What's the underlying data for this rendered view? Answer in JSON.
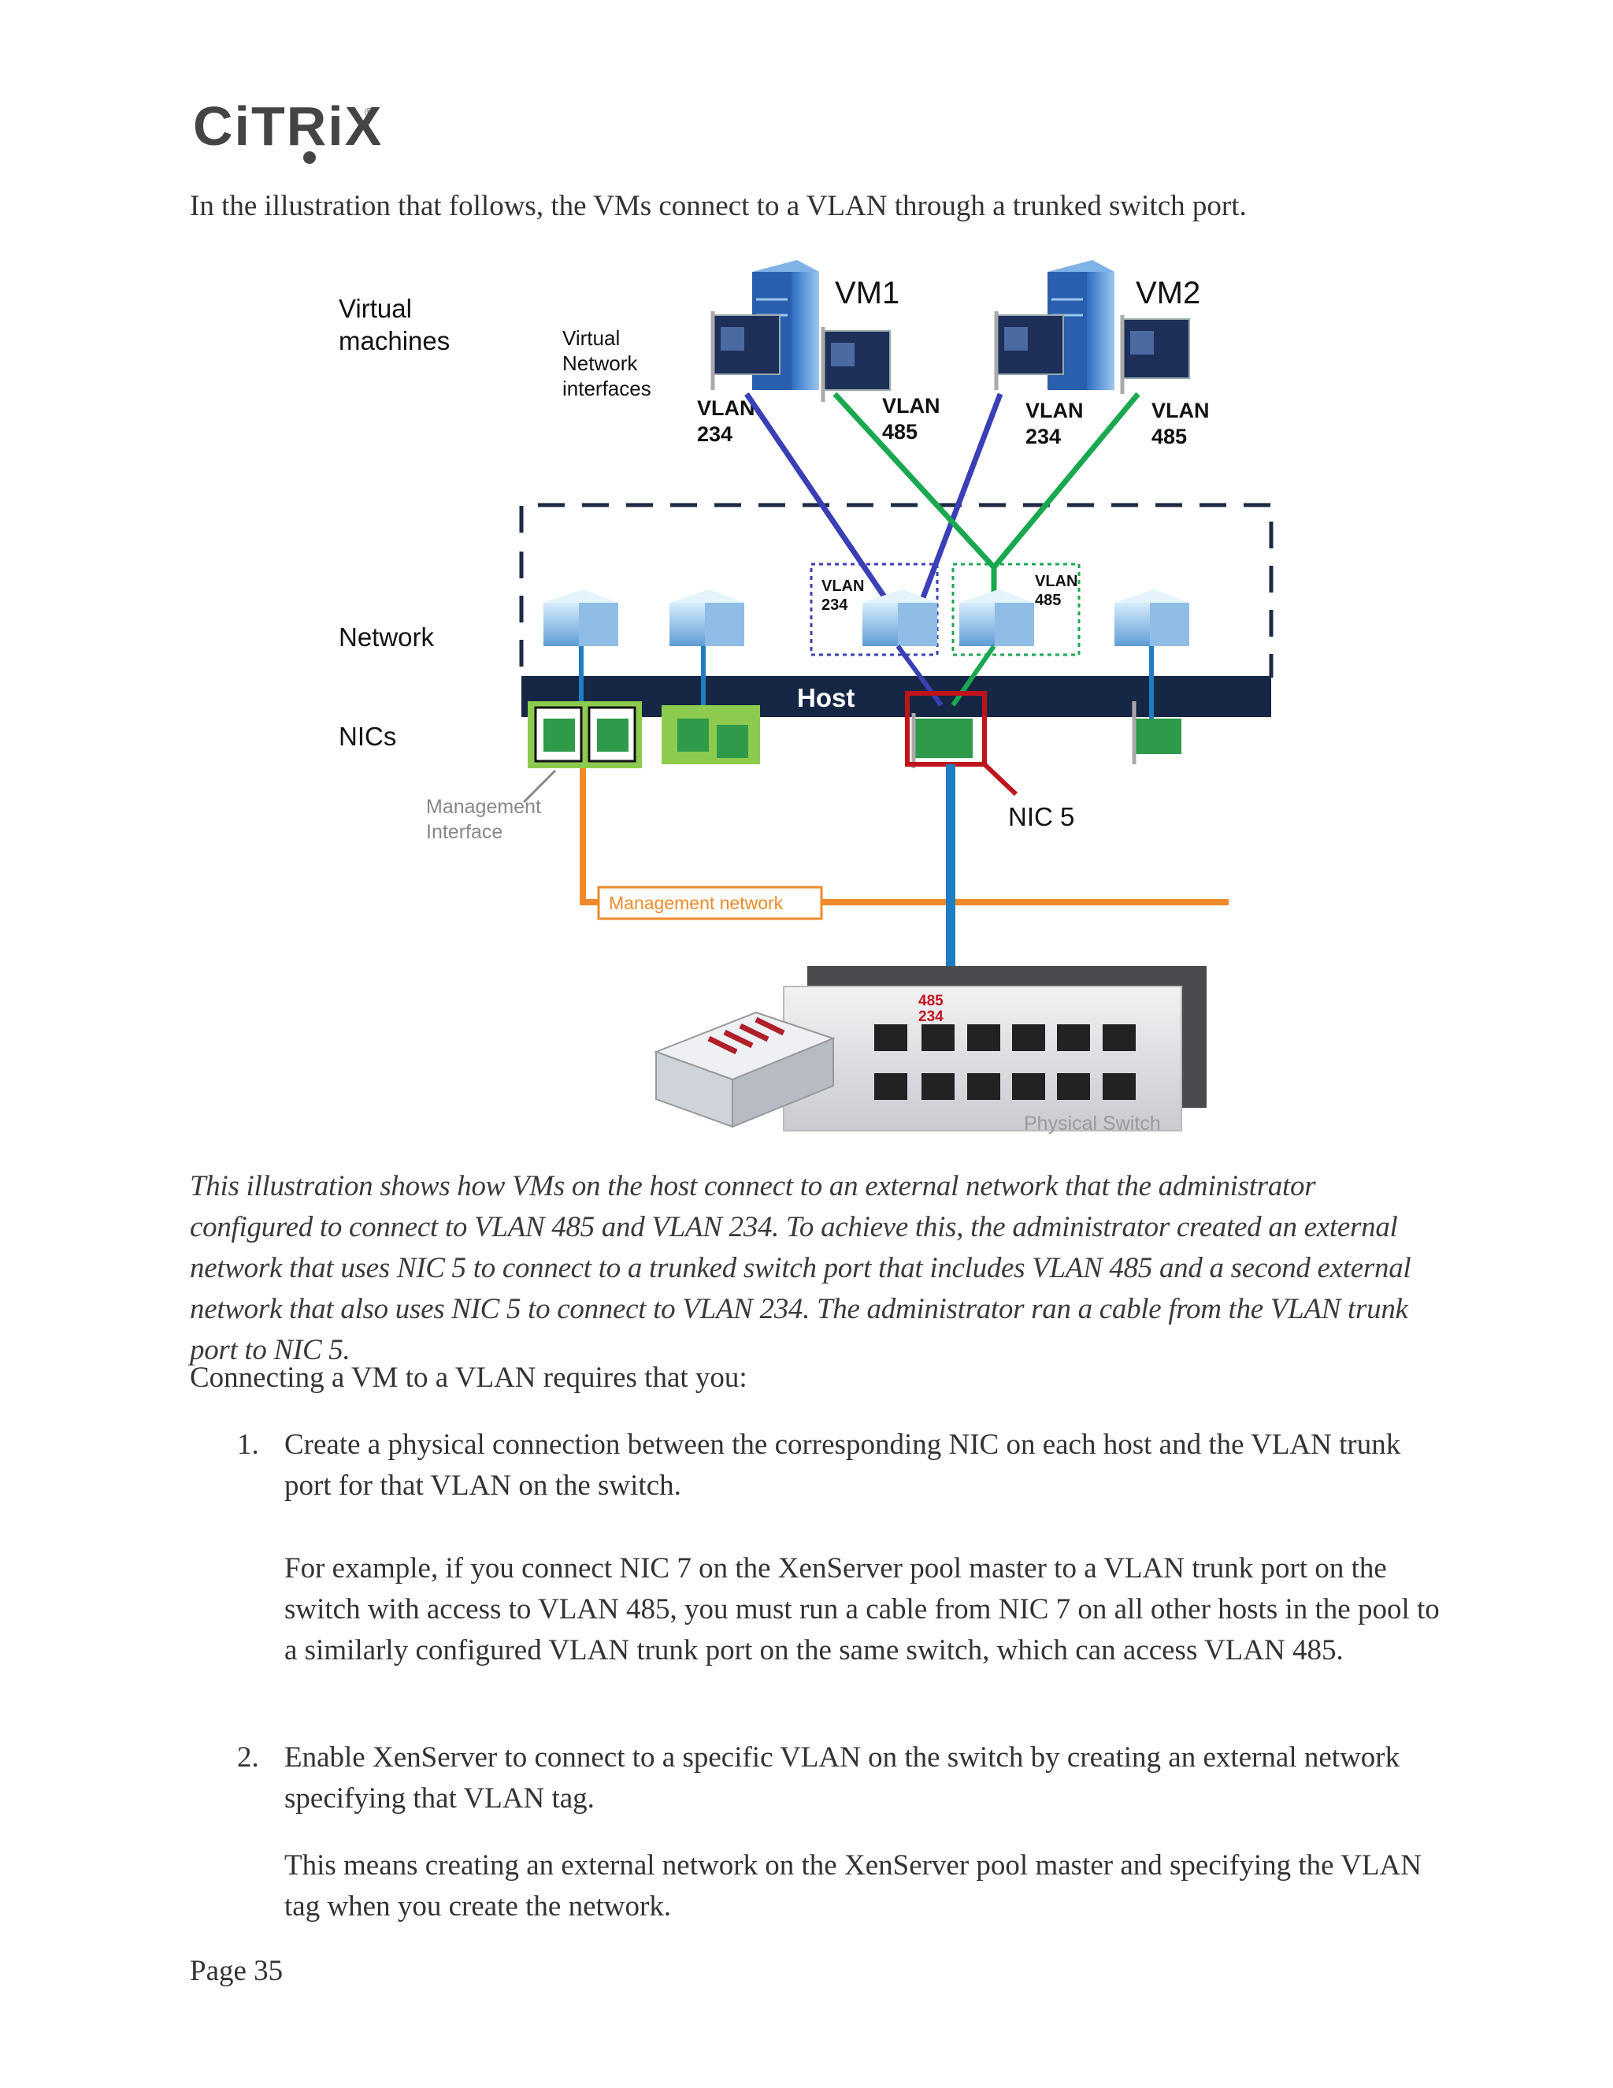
{
  "header": {
    "logo_text": "CiTRiX",
    "logo_mark": "®"
  },
  "intro_text": "In the illustration that follows, the VMs connect to a VLAN through a trunked switch port.",
  "diagram": {
    "row_labels": {
      "virtual_line1": "Virtual",
      "virtual_line2": "machines",
      "network": "Network",
      "nics": "NICs"
    },
    "vni_label": {
      "line1": "Virtual",
      "line2": "Network",
      "line3": "interfaces"
    },
    "vm1": "VM1",
    "vm2": "VM2",
    "vlan_word": "VLAN",
    "vlan234": "234",
    "vlan485": "485",
    "host_label": "Host",
    "mgmt_interface": {
      "line1": "Management",
      "line2": "Interface"
    },
    "nic5": "NIC 5",
    "mgmt_network": "Management network",
    "physical_switch": "Physical Switch",
    "colors": {
      "blue_link": "#3a3fb5",
      "green_link": "#19a84f",
      "trunk_blue": "#1f7dc4",
      "mgmt_orange": "#ef8a2a",
      "host_bar": "#152744",
      "highlight_red": "#c0141c"
    }
  },
  "caption": "This illustration shows how VMs on the host connect to an external network that the administrator configured to connect to VLAN 485 and VLAN 234. To achieve this, the administrator created an external network that uses NIC 5 to connect to a trunked switch port that includes VLAN 485 and a second external network that also uses NIC 5 to connect to VLAN 234. The administrator ran a cable from the VLAN trunk port to NIC 5.",
  "lead_text": "Connecting a VM to a VLAN requires that you:",
  "steps": [
    {
      "number": "1.",
      "text": "Create a physical connection between the corresponding NIC on each host and the VLAN trunk port for that VLAN on the switch.",
      "detail": "For example, if you connect NIC 7 on the XenServer pool master to a VLAN trunk port on the switch with access to VLAN 485, you must run a cable from NIC 7 on all other hosts in the pool to a similarly configured VLAN trunk port on the same switch, which can access VLAN 485."
    },
    {
      "number": "2.",
      "text": "Enable XenServer to connect to a specific VLAN on the switch by creating an external network specifying that VLAN tag.",
      "detail": "This means creating an external network on the XenServer pool master and specifying the VLAN tag when you create the network."
    }
  ],
  "footer": {
    "page_label": "Page 35"
  }
}
